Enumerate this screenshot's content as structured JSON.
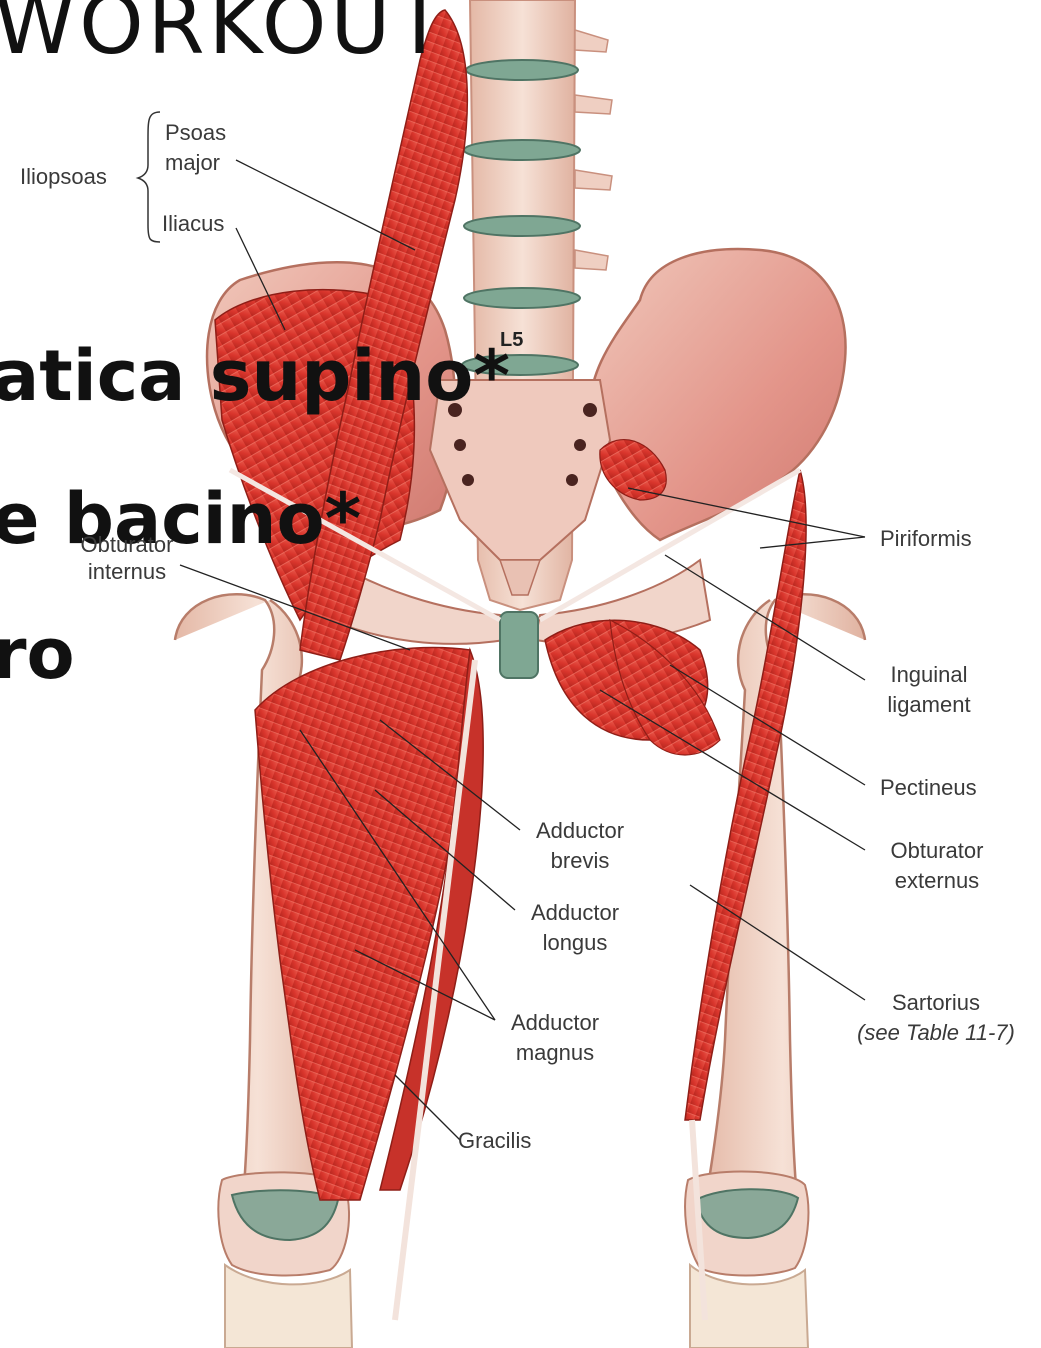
{
  "slide": {
    "title": "WORKOUT",
    "bullets": [
      "atica supino*",
      "e bacino*",
      "ro"
    ]
  },
  "labels": {
    "iliopsoas": "Iliopsoas",
    "psoas_major_1": "Psoas",
    "psoas_major_2": "major",
    "iliacus": "Iliacus",
    "l5": "L5",
    "obturator_internus_1": "Obturator",
    "obturator_internus_2": "internus",
    "piriformis": "Piriformis",
    "inguinal_ligament_1": "Inguinal",
    "inguinal_ligament_2": "ligament",
    "pectineus": "Pectineus",
    "obturator_externus_1": "Obturator",
    "obturator_externus_2": "externus",
    "adductor_brevis_1": "Adductor",
    "adductor_brevis_2": "brevis",
    "adductor_longus_1": "Adductor",
    "adductor_longus_2": "longus",
    "adductor_magnus_1": "Adductor",
    "adductor_magnus_2": "magnus",
    "gracilis": "Gracilis",
    "sartorius_1": "Sartorius",
    "sartorius_2": "(see Table 11-7)"
  },
  "colors": {
    "muscle": "#d9352c",
    "muscle_dark": "#a8231c",
    "bone": "#f2d8cc",
    "bone_shade": "#dfb4a3",
    "disc": "#7fa793",
    "cartilage": "#8aa898",
    "label_text": "#3a3a3a",
    "leader_line": "#222222"
  }
}
